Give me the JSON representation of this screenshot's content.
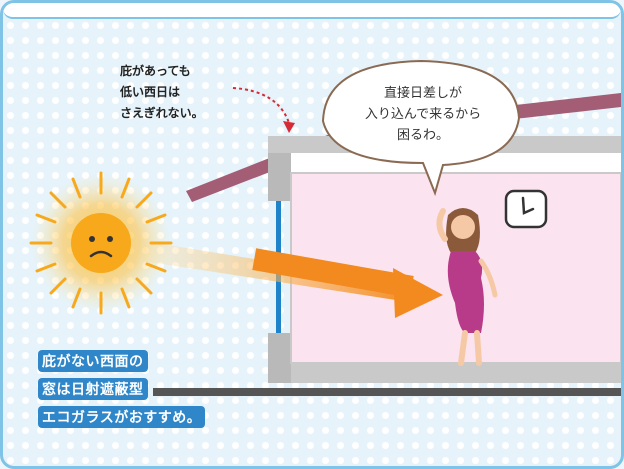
{
  "note": {
    "line1": "庇があっても",
    "line2": "低い西日は",
    "line3": "さえぎれない。"
  },
  "speech_bubble": {
    "line1": "直接日差しが",
    "line2": "入り込んで来るから",
    "line3": "困るわ。"
  },
  "callout": {
    "line1": "庇がない西面の",
    "line2": "窓は日射遮蔽型",
    "line3": "エコガラスがおすすめ。"
  },
  "colors": {
    "sun": "#f7a81b",
    "arrow": "#f28a1f",
    "room": "#fbe4ef",
    "roof": "#a35d74",
    "callout_bg": "#2f86c9"
  }
}
